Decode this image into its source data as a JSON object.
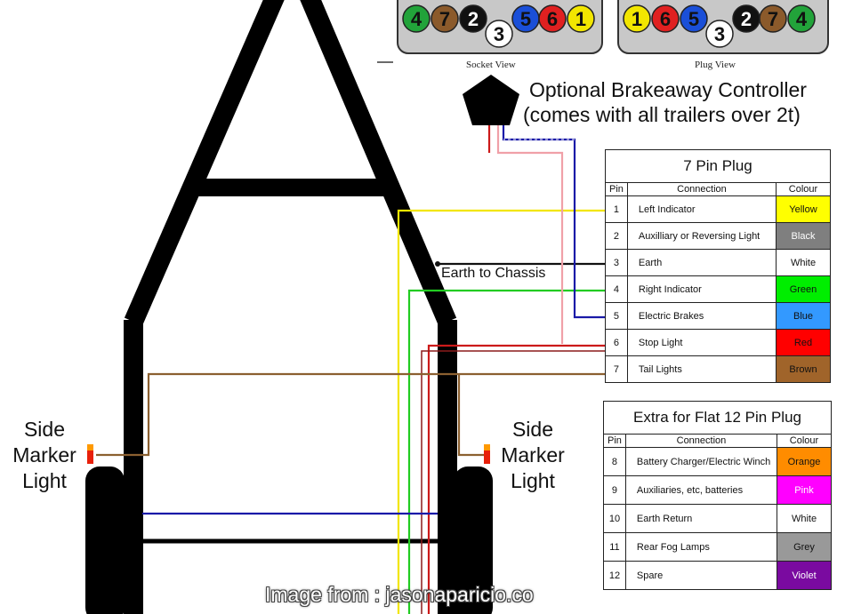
{
  "socket_view": {
    "label": "Socket View",
    "pins": [
      {
        "num": "4",
        "color": "#22a33a",
        "text": "#111111"
      },
      {
        "num": "7",
        "color": "#8b5a2b",
        "text": "#111111"
      },
      {
        "num": "2",
        "color": "#111111",
        "text": "#ffffff"
      },
      {
        "num": "3",
        "color": "#ffffff",
        "text": "#111111"
      },
      {
        "num": "5",
        "color": "#1a4fd8",
        "text": "#111111"
      },
      {
        "num": "6",
        "color": "#e02020",
        "text": "#111111"
      },
      {
        "num": "1",
        "color": "#f2e600",
        "text": "#111111"
      }
    ]
  },
  "plug_view": {
    "label": "Plug View",
    "pins": [
      {
        "num": "1",
        "color": "#f2e600",
        "text": "#111111"
      },
      {
        "num": "6",
        "color": "#e02020",
        "text": "#111111"
      },
      {
        "num": "5",
        "color": "#1a4fd8",
        "text": "#111111"
      },
      {
        "num": "3",
        "color": "#ffffff",
        "text": "#111111"
      },
      {
        "num": "2",
        "color": "#111111",
        "text": "#ffffff"
      },
      {
        "num": "7",
        "color": "#8b5a2b",
        "text": "#111111"
      },
      {
        "num": "4",
        "color": "#22a33a",
        "text": "#111111"
      }
    ]
  },
  "brakeaway": {
    "line1": "Optional Brakeaway Controller",
    "line2": "(comes with all trailers over 2t)"
  },
  "earth_label": "Earth to Chassis",
  "side_marker_left": {
    "line1": "Side",
    "line2": "Marker",
    "line3": "Light"
  },
  "side_marker_right": {
    "line1": "Side",
    "line2": "Marker",
    "line3": "Light"
  },
  "table7": {
    "title": "7 Pin Plug",
    "headers": {
      "pin": "Pin",
      "connection": "Connection",
      "colour": "Colour"
    },
    "rows": [
      {
        "pin": "1",
        "connection": "Left Indicator",
        "colour": "Yellow",
        "bg": "#ffff00",
        "fg": "#111111"
      },
      {
        "pin": "2",
        "connection": "Auxilliary or Reversing Light",
        "colour": "Black",
        "bg": "#7f7f7f",
        "fg": "#ffffff"
      },
      {
        "pin": "3",
        "connection": "Earth",
        "colour": "White",
        "bg": "#ffffff",
        "fg": "#111111"
      },
      {
        "pin": "4",
        "connection": "Right Indicator",
        "colour": "Green",
        "bg": "#00ee00",
        "fg": "#111111"
      },
      {
        "pin": "5",
        "connection": "Electric Brakes",
        "colour": "Blue",
        "bg": "#3399ff",
        "fg": "#111111"
      },
      {
        "pin": "6",
        "connection": "Stop Light",
        "colour": "Red",
        "bg": "#ff0000",
        "fg": "#111111"
      },
      {
        "pin": "7",
        "connection": "Tail Lights",
        "colour": "Brown",
        "bg": "#a0642a",
        "fg": "#111111"
      }
    ]
  },
  "table12": {
    "title": "Extra for Flat 12 Pin Plug",
    "headers": {
      "pin": "Pin",
      "connection": "Connection",
      "colour": "Colour"
    },
    "rows": [
      {
        "pin": "8",
        "connection": "Battery Charger/Electric Winch",
        "colour": "Orange",
        "bg": "#ff8c00",
        "fg": "#111111"
      },
      {
        "pin": "9",
        "connection": "Auxiliaries, etc, batteries",
        "colour": "Pink",
        "bg": "#ff00ff",
        "fg": "#ffffff"
      },
      {
        "pin": "10",
        "connection": "Earth Return",
        "colour": "White",
        "bg": "#ffffff",
        "fg": "#111111"
      },
      {
        "pin": "11",
        "connection": "Rear Fog Lamps",
        "colour": "Grey",
        "bg": "#999999",
        "fg": "#111111"
      },
      {
        "pin": "12",
        "connection": "Spare",
        "colour": "Violet",
        "bg": "#7a0aa0",
        "fg": "#ffffff"
      }
    ]
  },
  "wire_colors": {
    "yellow": "#f2e600",
    "black": "#111111",
    "green": "#22cc22",
    "blue": "#1a1aa8",
    "red": "#cc1a1a",
    "pink": "#f0a0a8",
    "brown": "#8b6030"
  },
  "credit": "Image from : jasonaparicio.co"
}
